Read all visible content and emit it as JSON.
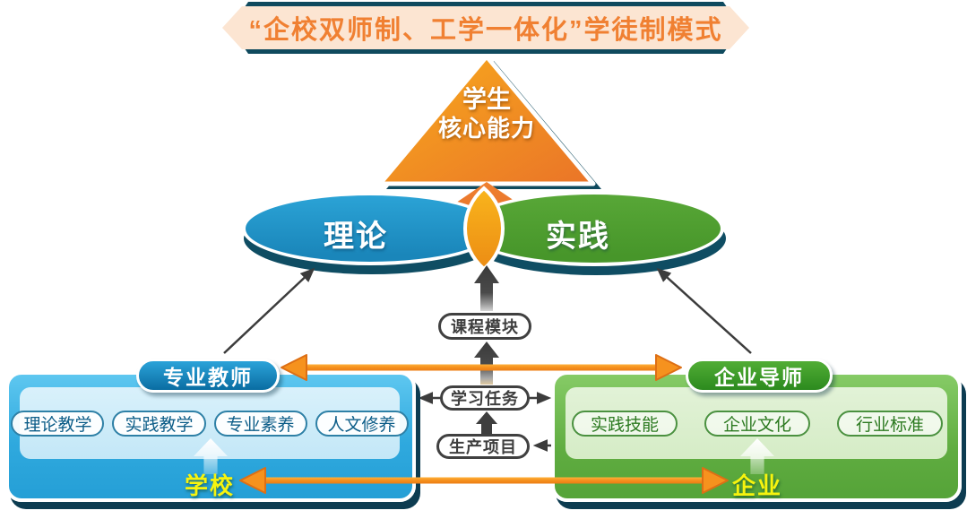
{
  "title": {
    "text": "“企校双师制、工学一体化”学徒制模式"
  },
  "apex_triangle": {
    "line1": "学生",
    "line2": "核心能力"
  },
  "venn": {
    "left_label": "理论",
    "right_label": "实践"
  },
  "middle_chain": {
    "course_module": "课程模块",
    "learning_task": "学习任务",
    "production_project": "生产项目"
  },
  "school_box": {
    "header": "专业教师",
    "items": [
      "理论教学",
      "实践教学",
      "专业素养",
      "人文修养"
    ],
    "footer": "学校"
  },
  "enterprise_box": {
    "header": "企业导师",
    "items": [
      "实践技能",
      "企业文化",
      "行业标准"
    ],
    "footer": "企业"
  },
  "colors": {
    "banner_bg": "#fce5d2",
    "banner_text": "#f08032",
    "teal_shadow": "#0f4a5e",
    "triangle_orange": "#f19a1f",
    "arrow_orange": "#f6921e",
    "theory_blue": "#2196cb",
    "practice_green": "#4f9e2f",
    "school_box_blue": "#2fa9de",
    "enterprise_box_green": "#60ad41",
    "footer_yellow": "#f7f40e",
    "connector_gray": "#3c3c3c"
  }
}
